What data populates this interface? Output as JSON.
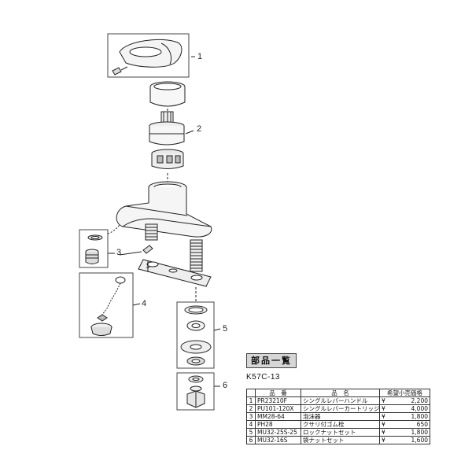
{
  "callouts": [
    "1",
    "2",
    "3",
    "4",
    "5",
    "6"
  ],
  "parts_list": {
    "heading": "部品一覧",
    "model": "K57C-13",
    "columns": [
      "",
      "品　番",
      "品　名",
      "希望小売価格"
    ],
    "currency": "¥",
    "rows": [
      {
        "no": "1",
        "part_number": "PR23210F",
        "name": "シングルレバーハンドル",
        "price": "2,200"
      },
      {
        "no": "2",
        "part_number": "PU101-120X",
        "name": "シングルレバーカートリッジ",
        "price": "4,000"
      },
      {
        "no": "3",
        "part_number": "MM28-64",
        "name": "泡沫器",
        "price": "1,800"
      },
      {
        "no": "4",
        "part_number": "PH28",
        "name": "クサリ付ゴム栓",
        "price": "650"
      },
      {
        "no": "5",
        "part_number": "MU32-25S-25",
        "name": "ロックナットセット",
        "price": "1,800"
      },
      {
        "no": "6",
        "part_number": "MU32-16S",
        "name": "袋ナットセット",
        "price": "1,600"
      }
    ]
  }
}
